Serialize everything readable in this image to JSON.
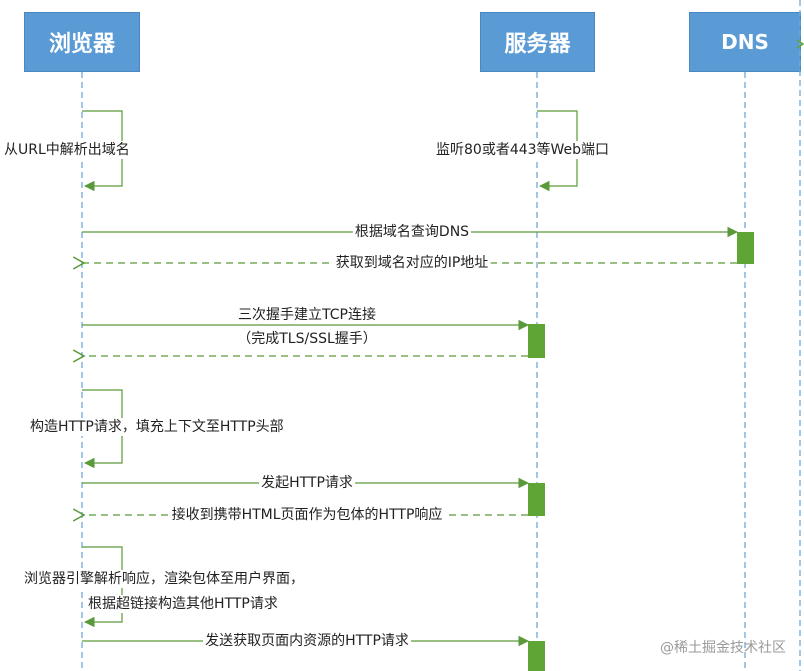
{
  "actors": {
    "browser": "浏览器",
    "server": "服务器",
    "dns": "DNS"
  },
  "labels": {
    "parse_url": "从URL中解析出域名",
    "listen": "监听80或者443等Web端口",
    "dns_query": "根据域名查询DNS",
    "dns_reply": "获取到域名对应的IP地址",
    "tcp_line1": "三次握手建立TCP连接",
    "tcp_line2": "（完成TLS/SSL握手）",
    "build_request": "构造HTTP请求，填充上下文至HTTP头部",
    "send_request": "发起HTTP请求",
    "receive_response": "接收到携带HTML页面作为包体的HTTP响应",
    "render_line1": "浏览器引擎解析响应，渲染包体至用户界面，",
    "render_line2": "根据超链接构造其他HTTP请求",
    "fetch_resources": "发送获取页面内资源的HTTP请求"
  },
  "watermark": "@稀土掘金技术社区",
  "colors": {
    "actor_fill": "#5b9bd5",
    "message": "#5a9a3a",
    "activation": "#5fa535",
    "lifeline": "#6fa8dc"
  }
}
